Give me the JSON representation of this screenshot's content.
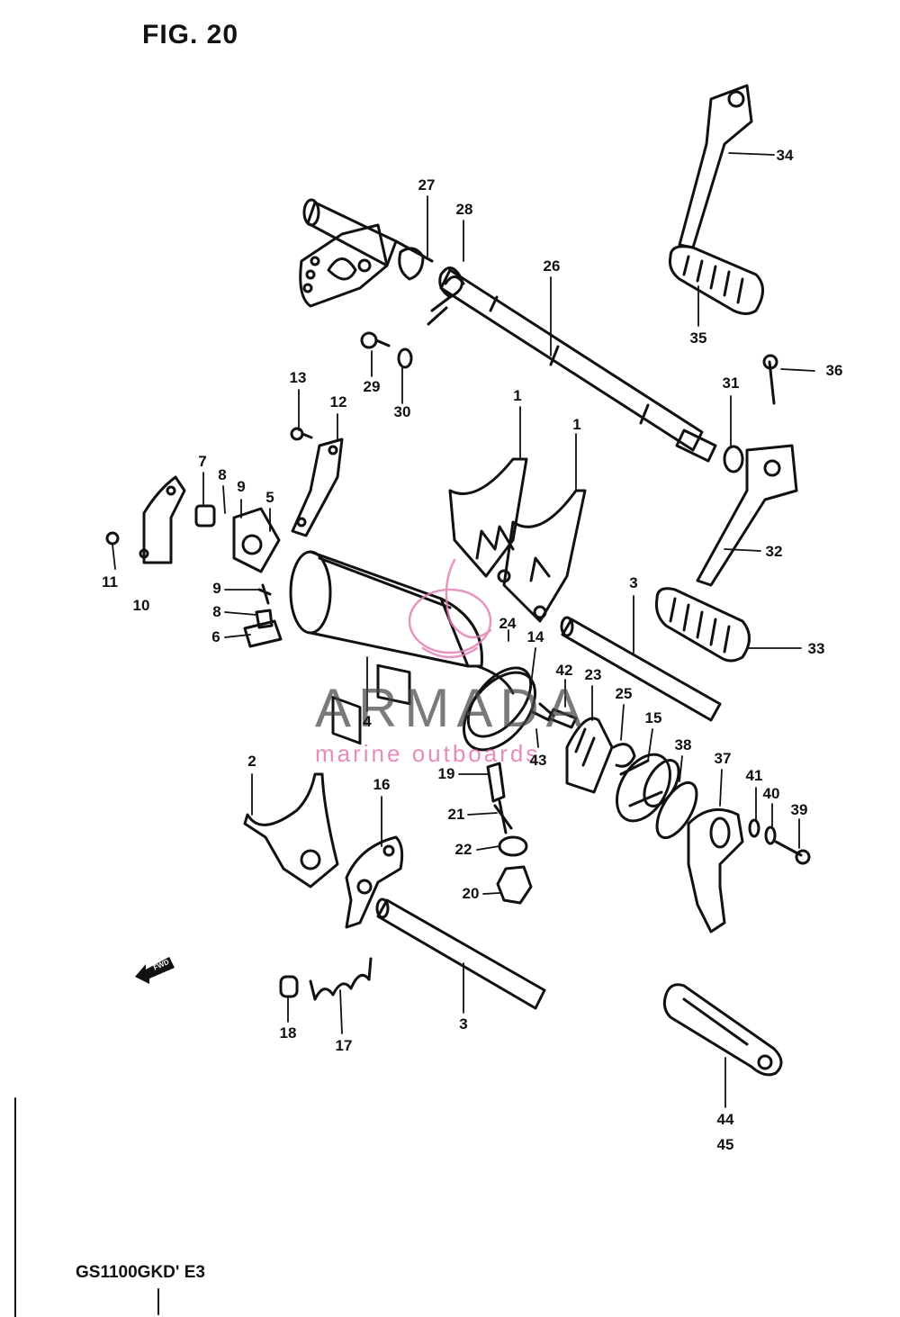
{
  "figure": {
    "title": "FIG. 20",
    "model_code": "GS1100GKD' E3"
  },
  "watermark": {
    "brand": "ARMADA",
    "subtitle": "marine outboards",
    "color": "#e27bb0"
  },
  "fwd_arrow_label": "FWD",
  "callouts": [
    {
      "text": "1"
    },
    {
      "text": "1"
    },
    {
      "text": "2"
    },
    {
      "text": "3"
    },
    {
      "text": "3"
    },
    {
      "text": "4"
    },
    {
      "text": "5"
    },
    {
      "text": "6"
    },
    {
      "text": "7"
    },
    {
      "text": "8"
    },
    {
      "text": "8"
    },
    {
      "text": "9"
    },
    {
      "text": "9"
    },
    {
      "text": "10"
    },
    {
      "text": "11"
    },
    {
      "text": "12"
    },
    {
      "text": "13"
    },
    {
      "text": "14"
    },
    {
      "text": "15"
    },
    {
      "text": "16"
    },
    {
      "text": "17"
    },
    {
      "text": "18"
    },
    {
      "text": "19"
    },
    {
      "text": "20"
    },
    {
      "text": "21"
    },
    {
      "text": "22"
    },
    {
      "text": "23"
    },
    {
      "text": "24"
    },
    {
      "text": "25"
    },
    {
      "text": "26"
    },
    {
      "text": "27"
    },
    {
      "text": "28"
    },
    {
      "text": "29"
    },
    {
      "text": "30"
    },
    {
      "text": "31"
    },
    {
      "text": "32"
    },
    {
      "text": "33"
    },
    {
      "text": "34"
    },
    {
      "text": "35"
    },
    {
      "text": "36"
    },
    {
      "text": "37"
    },
    {
      "text": "38"
    },
    {
      "text": "39"
    },
    {
      "text": "40"
    },
    {
      "text": "41"
    },
    {
      "text": "42"
    },
    {
      "text": "43"
    },
    {
      "text": "44"
    },
    {
      "text": "45"
    }
  ]
}
